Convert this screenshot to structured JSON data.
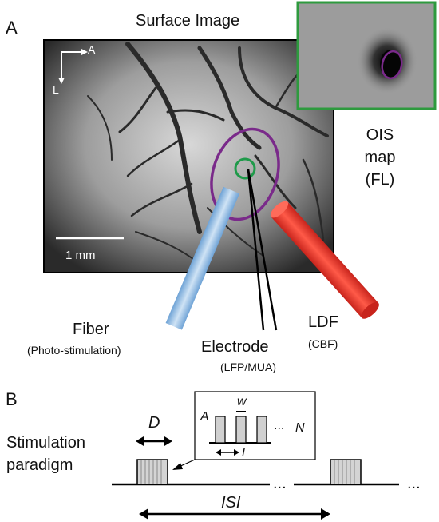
{
  "panel_a": {
    "letter": "A",
    "surface_title": "Surface Image",
    "axis_a": "A",
    "axis_l": "L",
    "scale_bar": "1 mm",
    "ois_label": [
      "OIS",
      "map",
      "(FL)"
    ],
    "fiber_label": "Fiber",
    "fiber_sub": "(Photo-stimulation)",
    "electrode_label": "Electrode",
    "electrode_sub": "(LFP/MUA)",
    "ldf_label": "LDF",
    "ldf_sub": "(CBF)",
    "colors": {
      "fiber": "#8ab8e2",
      "ldf": "#e8352a",
      "roi_large": "#7a2a8a",
      "roi_small": "#1f9a4a",
      "inset_border": "#2e9a3e"
    }
  },
  "panel_b": {
    "letter": "B",
    "stim_label": [
      "Stimulation",
      "paradigm"
    ],
    "duration": "D",
    "isi": "ISI",
    "inset_amplitude": "A",
    "inset_width": "w",
    "inset_count": "N",
    "inset_interval": "I",
    "ellipsis": "..."
  }
}
